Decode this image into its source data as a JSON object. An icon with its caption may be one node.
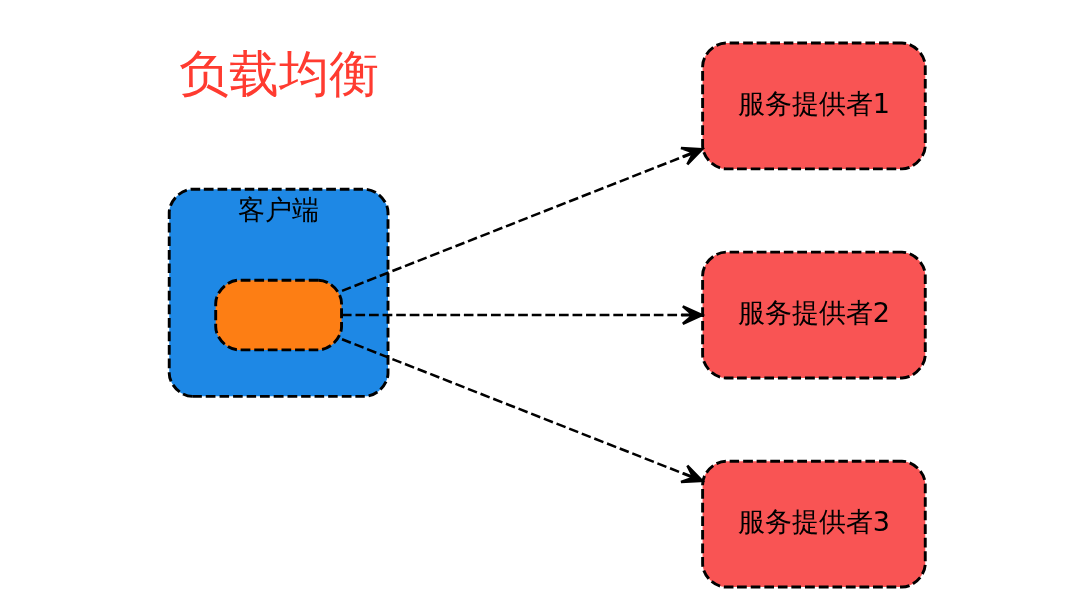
{
  "diagram": {
    "nodes": [
      {
        "text": [
          "客户端"
        ]
      },
      {
        "text": [],
        "shape": "box",
        "in": 0
      },
      {
        "text": [
          "服务提供者1"
        ]
      },
      {
        "text": [
          "服务提供者2"
        ]
      },
      {
        "text": [
          "服务提供者3"
        ]
      }
    ],
    "edges": [
      {
        "from": 1,
        "to": 2,
        "arrow": "to",
        "style": "dashed"
      },
      {
        "from": 1,
        "to": 3,
        "arrow": "to",
        "style": "dashed"
      },
      {
        "from": 1,
        "to": 4,
        "arrow": "to",
        "style": "dashed"
      }
    ],
    "labels": [
      "负载均衡"
    ]
  }
}
